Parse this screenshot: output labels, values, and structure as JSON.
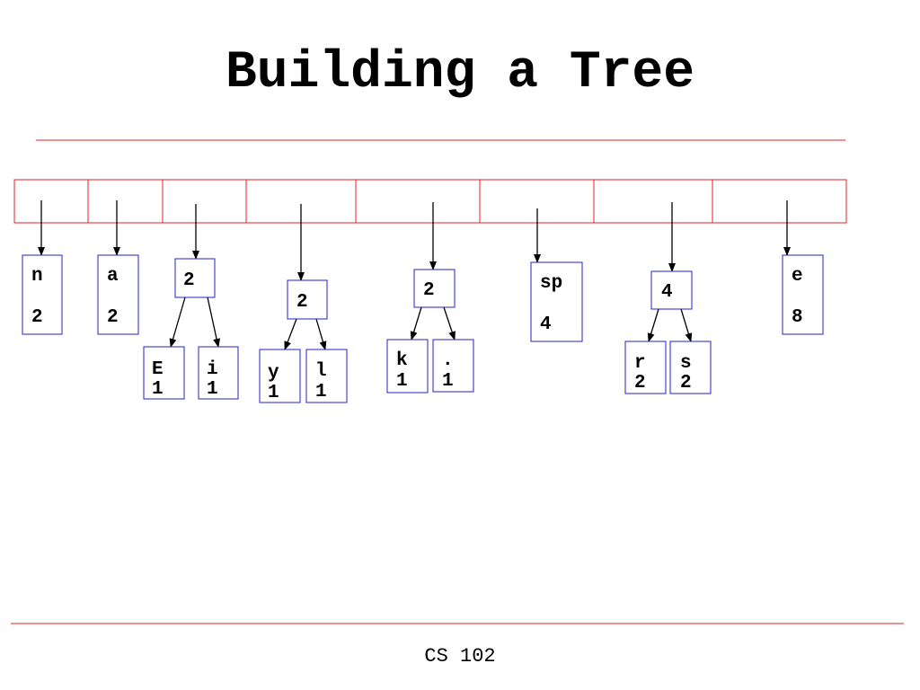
{
  "slide": {
    "title": "Building a Tree",
    "footer": "CS 102"
  },
  "colors": {
    "rule": "#e02020",
    "queue_border": "#e02020",
    "node_border": "#2020d0",
    "text": "#000000",
    "arrow": "#000000"
  },
  "queue": {
    "slot_count": 8
  },
  "nodes": {
    "n": {
      "line1": "n",
      "line2": "2"
    },
    "a": {
      "line1": "a",
      "line2": "2"
    },
    "t1": {
      "line1": "2"
    },
    "E": {
      "line1": "E",
      "line2": "1"
    },
    "i": {
      "line1": "i",
      "line2": "1"
    },
    "t2": {
      "line1": "2"
    },
    "y": {
      "line1": "y",
      "line2": "1"
    },
    "l": {
      "line1": "l",
      "line2": "1"
    },
    "t3": {
      "line1": "2"
    },
    "k": {
      "line1": "k",
      "line2": "1"
    },
    "dot": {
      "line1": ".",
      "line2": "1"
    },
    "sp": {
      "line1": "sp",
      "line2": "4"
    },
    "t4": {
      "line1": "4"
    },
    "r": {
      "line1": "r",
      "line2": "2"
    },
    "s": {
      "line1": "s",
      "line2": "2"
    },
    "e": {
      "line1": "e",
      "line2": "8"
    }
  }
}
